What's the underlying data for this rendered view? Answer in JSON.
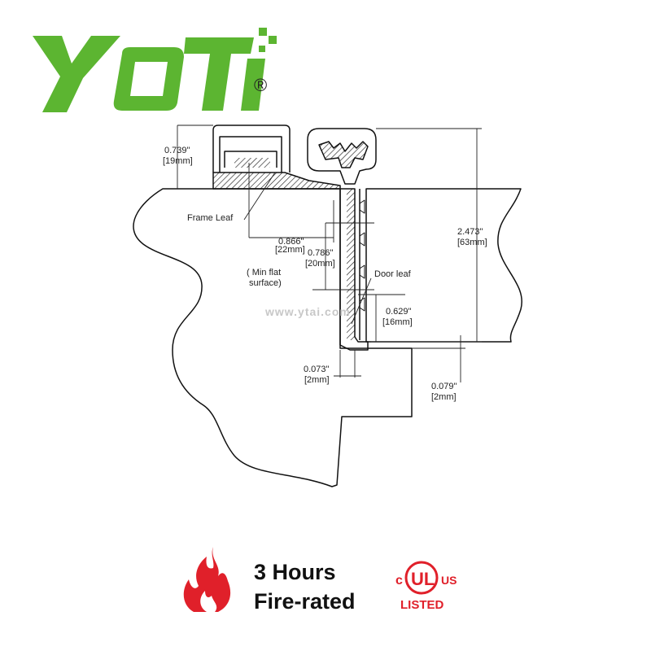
{
  "brand": {
    "logo_text": "YOTI",
    "registered_mark": "®",
    "logo_color": "#5cb531"
  },
  "diagram": {
    "labels": {
      "frame_leaf": "Frame Leaf",
      "door_leaf": "Door leaf",
      "min_flat_1": "( Min flat",
      "min_flat_2": "surface)"
    },
    "dimensions": {
      "d1_in": "0.739\"",
      "d1_mm": "[19mm]",
      "d2_in": "0.866\"",
      "d2_mm": "[22mm]",
      "d3_in": "0.786\"",
      "d3_mm": "[20mm]",
      "d4_in": "2.473\"",
      "d4_mm": "[63mm]",
      "d5_in": "0.629\"",
      "d5_mm": "[16mm]",
      "d6_in": "0.073\"",
      "d6_mm": "[2mm]",
      "d7_in": "0.079\"",
      "d7_mm": "[2mm]"
    },
    "watermark": "www.ytai.com"
  },
  "footer": {
    "fire_line1": "3 Hours",
    "fire_line2": "Fire-rated",
    "fire_color": "#e0202a",
    "ul_c": "c",
    "ul_mark": "UL",
    "ul_us": "US",
    "ul_listed": "LISTED",
    "ul_color": "#e0202a"
  }
}
